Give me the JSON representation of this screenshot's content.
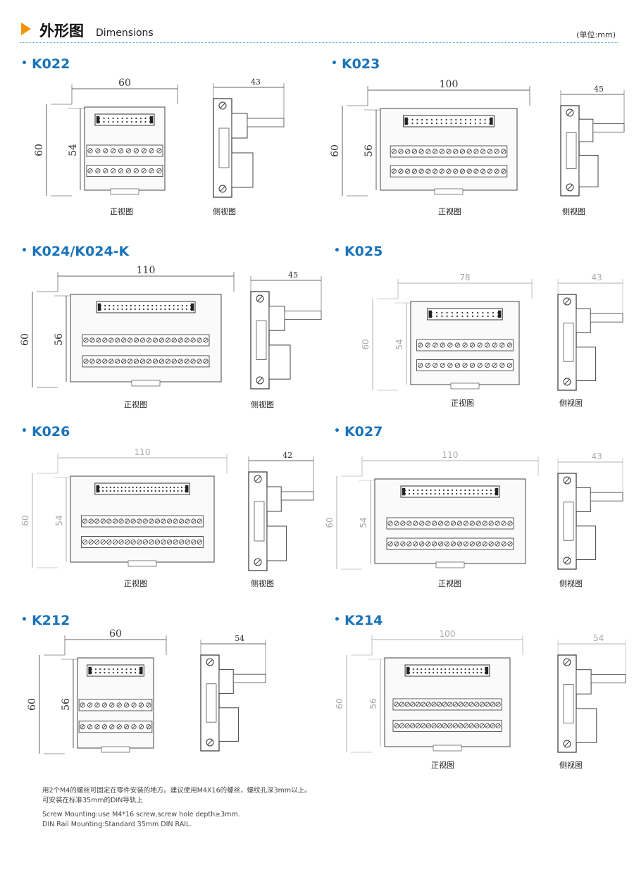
{
  "header": {
    "title_cn": "外形图",
    "title_en": "Dimensions",
    "unit": "(单位:mm)"
  },
  "captions": {
    "front": "正视图",
    "side": "侧视图"
  },
  "models": [
    {
      "id": "k022",
      "name": "K022",
      "width": "60",
      "height": "60",
      "inner_height": "54",
      "depth": "43"
    },
    {
      "id": "k023",
      "name": "K023",
      "width": "100",
      "height": "60",
      "inner_height": "56",
      "depth": "45"
    },
    {
      "id": "k024",
      "name": "K024/K024-K",
      "width": "110",
      "height": "60",
      "inner_height": "56",
      "depth": "45"
    },
    {
      "id": "k025",
      "name": "K025",
      "width": "78",
      "height": "60",
      "inner_height": "54",
      "depth": "43"
    },
    {
      "id": "k026",
      "name": "K026",
      "width": "110",
      "height": "60",
      "inner_height": "54",
      "depth": "42"
    },
    {
      "id": "k027",
      "name": "K027",
      "width": "110",
      "height": "60",
      "inner_height": "54",
      "depth": "43"
    },
    {
      "id": "k212",
      "name": "K212",
      "width": "60",
      "height": "60",
      "inner_height": "56",
      "depth": "54"
    },
    {
      "id": "k214",
      "name": "K214",
      "width": "100",
      "height": "60",
      "inner_height": "56",
      "depth": "54"
    }
  ],
  "notes": {
    "line1": "用2个M4的螺丝可固定在零件安装的地方。建议使用M4X16的螺丝，螺纹孔深3mm以上。",
    "line2": "可安装在标准35mm的DIN导轨上",
    "line3": "Screw Mounting:use M4*16 screw,screw hole depth≥3mm.",
    "line4": "DIN Rail Mounting:Standard 35mm DIN RAIL."
  }
}
